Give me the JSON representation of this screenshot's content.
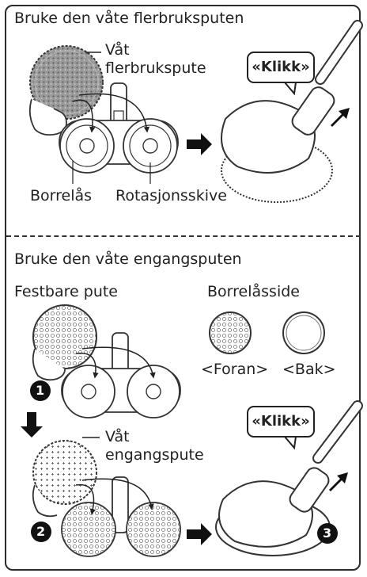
{
  "section1": {
    "title": "Bruke den våte flerbruksputen",
    "pad_label_line1": "Våt",
    "pad_label_line2": "flerbrukspute",
    "velcro_label": "Borrelås",
    "disc_label": "Rotasjonsskive",
    "click_label": "«Klikk»"
  },
  "section2": {
    "title": "Bruke den våte engangsputen",
    "attachable_label": "Festbare pute",
    "velcro_side_label": "Borrelåsside",
    "front_label": "<Foran>",
    "back_label": "<Bak>",
    "pad_label_line1": "Våt",
    "pad_label_line2": "engangspute",
    "click_label": "«Klikk»",
    "steps": [
      "1",
      "2",
      "3"
    ]
  },
  "colors": {
    "ink": "#222222",
    "light_fill": "#f2f2f2",
    "grey": "#888888"
  }
}
